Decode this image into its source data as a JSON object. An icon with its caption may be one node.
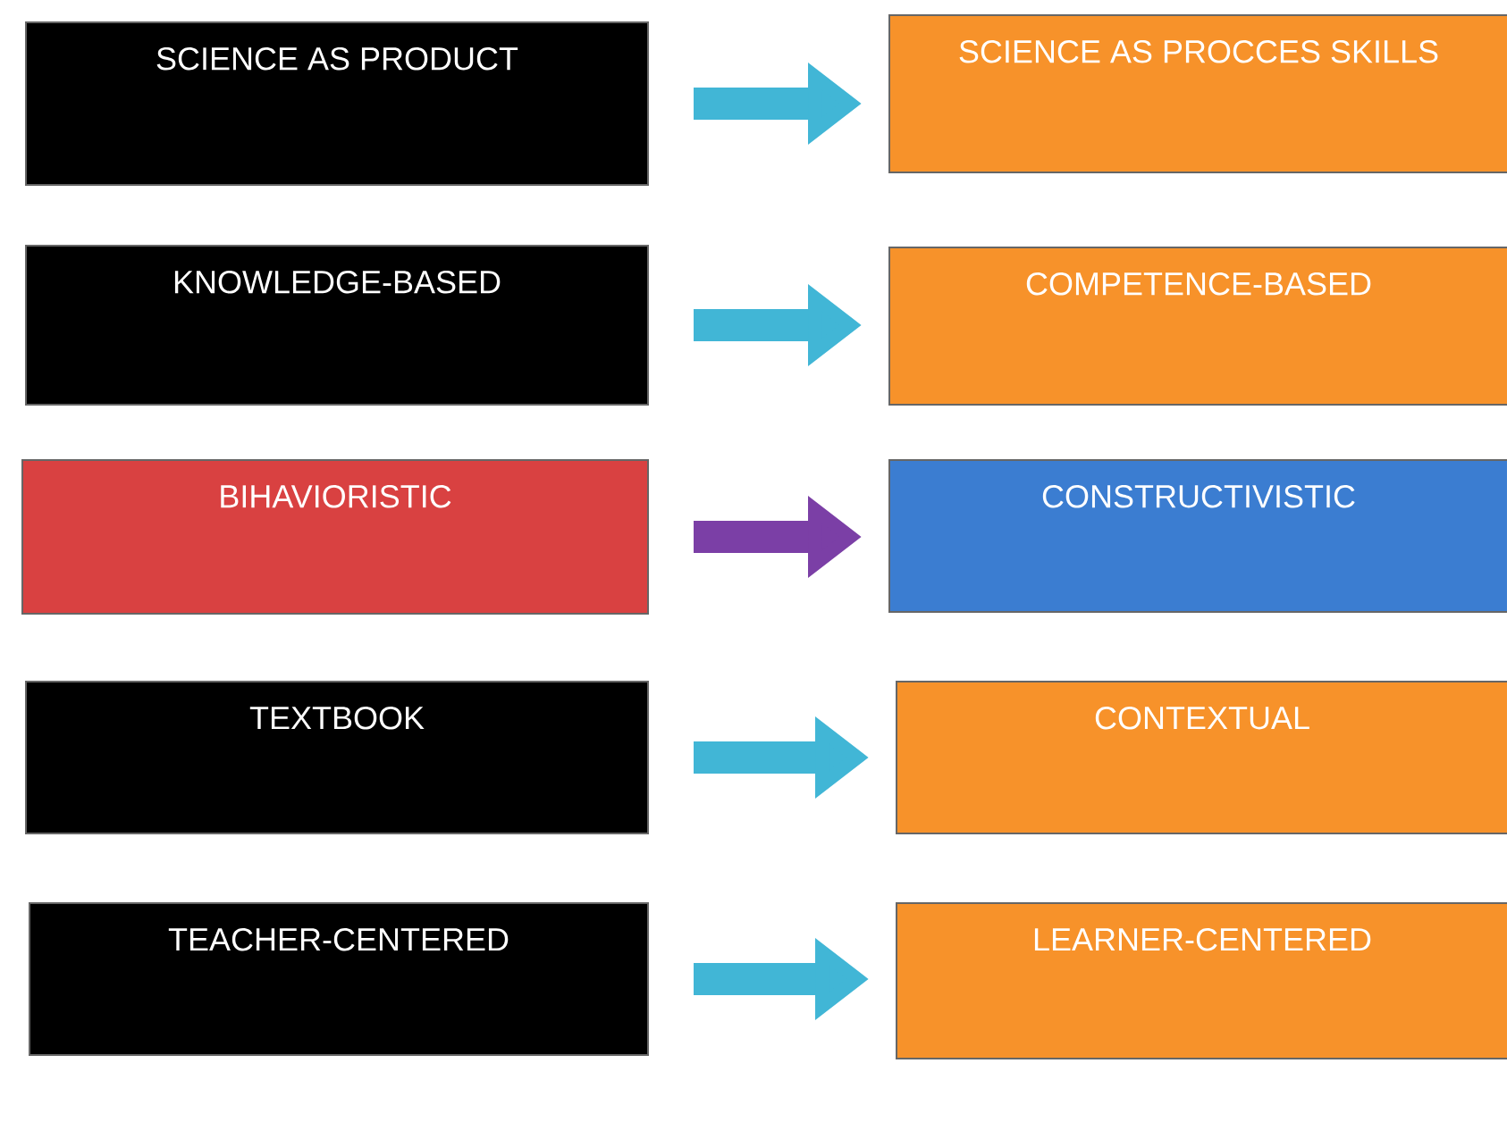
{
  "diagram": {
    "nodes": [
      {
        "text": [
          "SCIENCE AS PRODUCT"
        ]
      },
      {
        "text": [
          "SCIENCE AS PROCCES SKILLS"
        ]
      },
      {
        "text": [
          "KNOWLEDGE-BASED"
        ]
      },
      {
        "text": [
          "COMPETENCE-BASED"
        ]
      },
      {
        "text": [
          "BIHAVIORISTIC"
        ]
      },
      {
        "text": [
          "CONSTRUCTIVISTIC"
        ]
      },
      {
        "text": [
          "TEXTBOOK"
        ]
      },
      {
        "text": [
          "CONTEXTUAL"
        ]
      },
      {
        "text": [
          "TEACHER-CENTERED"
        ]
      },
      {
        "text": [
          "LEARNER-CENTERED"
        ]
      }
    ],
    "edges": [
      {
        "from": 0,
        "to": 1,
        "arrow": "to"
      },
      {
        "from": 2,
        "to": 3,
        "arrow": "to"
      },
      {
        "from": 4,
        "to": 5,
        "arrow": "to",
        "color": "#7b3fa6"
      },
      {
        "from": 6,
        "to": 7,
        "arrow": "to"
      },
      {
        "from": 8,
        "to": 9,
        "arrow": "to"
      }
    ]
  }
}
